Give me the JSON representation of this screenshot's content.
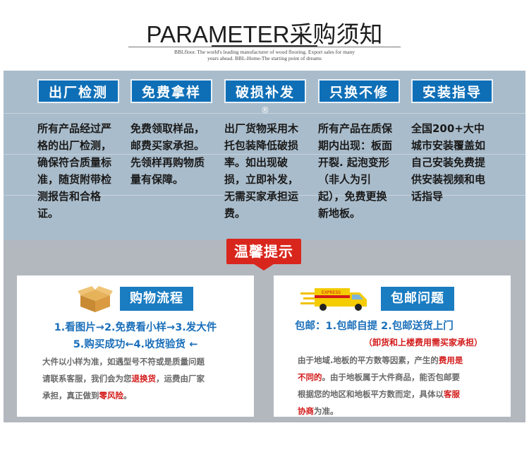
{
  "header": {
    "title": "PARAMETER采购须知",
    "tagline_line1": "BBLfloor. The world's leading manufacturer of wood flooring.  Export sales for many",
    "tagline_line2": "years ahead. BBL-Home-The starting point of dreams"
  },
  "features": [
    {
      "title": "出厂检测",
      "body": "所有产品经过严格的出厂检测，确保符合质量标准，随货附带检测报告和合格证。"
    },
    {
      "title": "免费拿样",
      "body": "免费领取样品，邮费买家承担。先领样再购物质量有保障。"
    },
    {
      "title": "破损补发",
      "mark": "®",
      "body": "出厂货物采用木托包装降低破损率。如出现破损，立即补发，无需买家承担运费。"
    },
    {
      "title": "只换不修",
      "body": "所有产品在质保期内出现：板面开裂. 起泡变形（非人为引起），免费更换新地板。"
    },
    {
      "title": "安装指导",
      "body": "全国200+大中城市安装覆盖如自己安装免费提供安装视频和电话指导"
    }
  ],
  "tips_badge": "温馨提示",
  "purchase": {
    "title": "购物流程",
    "flow1": "1.看图片→2.免费看小样→3.发大件",
    "flow2": "5.购买成功←4.收货验货 ←",
    "note_a": "大件以小样为准，如遇型号不符或是质量问题",
    "note_b": "请联系客服，我们会为您",
    "note_b_red": "退换货",
    "note_b_end": "，运费由厂家",
    "note_c": "承担，真正做到",
    "note_c_red": "零风险",
    "note_c_end": "。"
  },
  "shipping": {
    "title": "包邮问题",
    "line1": "包邮：1.包邮自提   2.包邮送货上门",
    "line2": "（卸货和上楼费用需买家承担）",
    "truck_text": "EXPRESS",
    "note_a": "由于地域.地板的平方数等因素，产生的",
    "note_a_red": "费用是",
    "note_b_red": "不同的",
    "note_b": "。由于地板属于大件商品，能否包邮要",
    "note_c": "根据您的地区和地板平方数而定，具体以",
    "note_c_red": "客服",
    "note_d_red": "协商",
    "note_d": "为准。"
  },
  "colors": {
    "feature_blue": "#0e6fb7",
    "badge_red": "#d9261c",
    "panel_blue": "#a9bccb",
    "panel_gray": "#b3b8bf"
  }
}
